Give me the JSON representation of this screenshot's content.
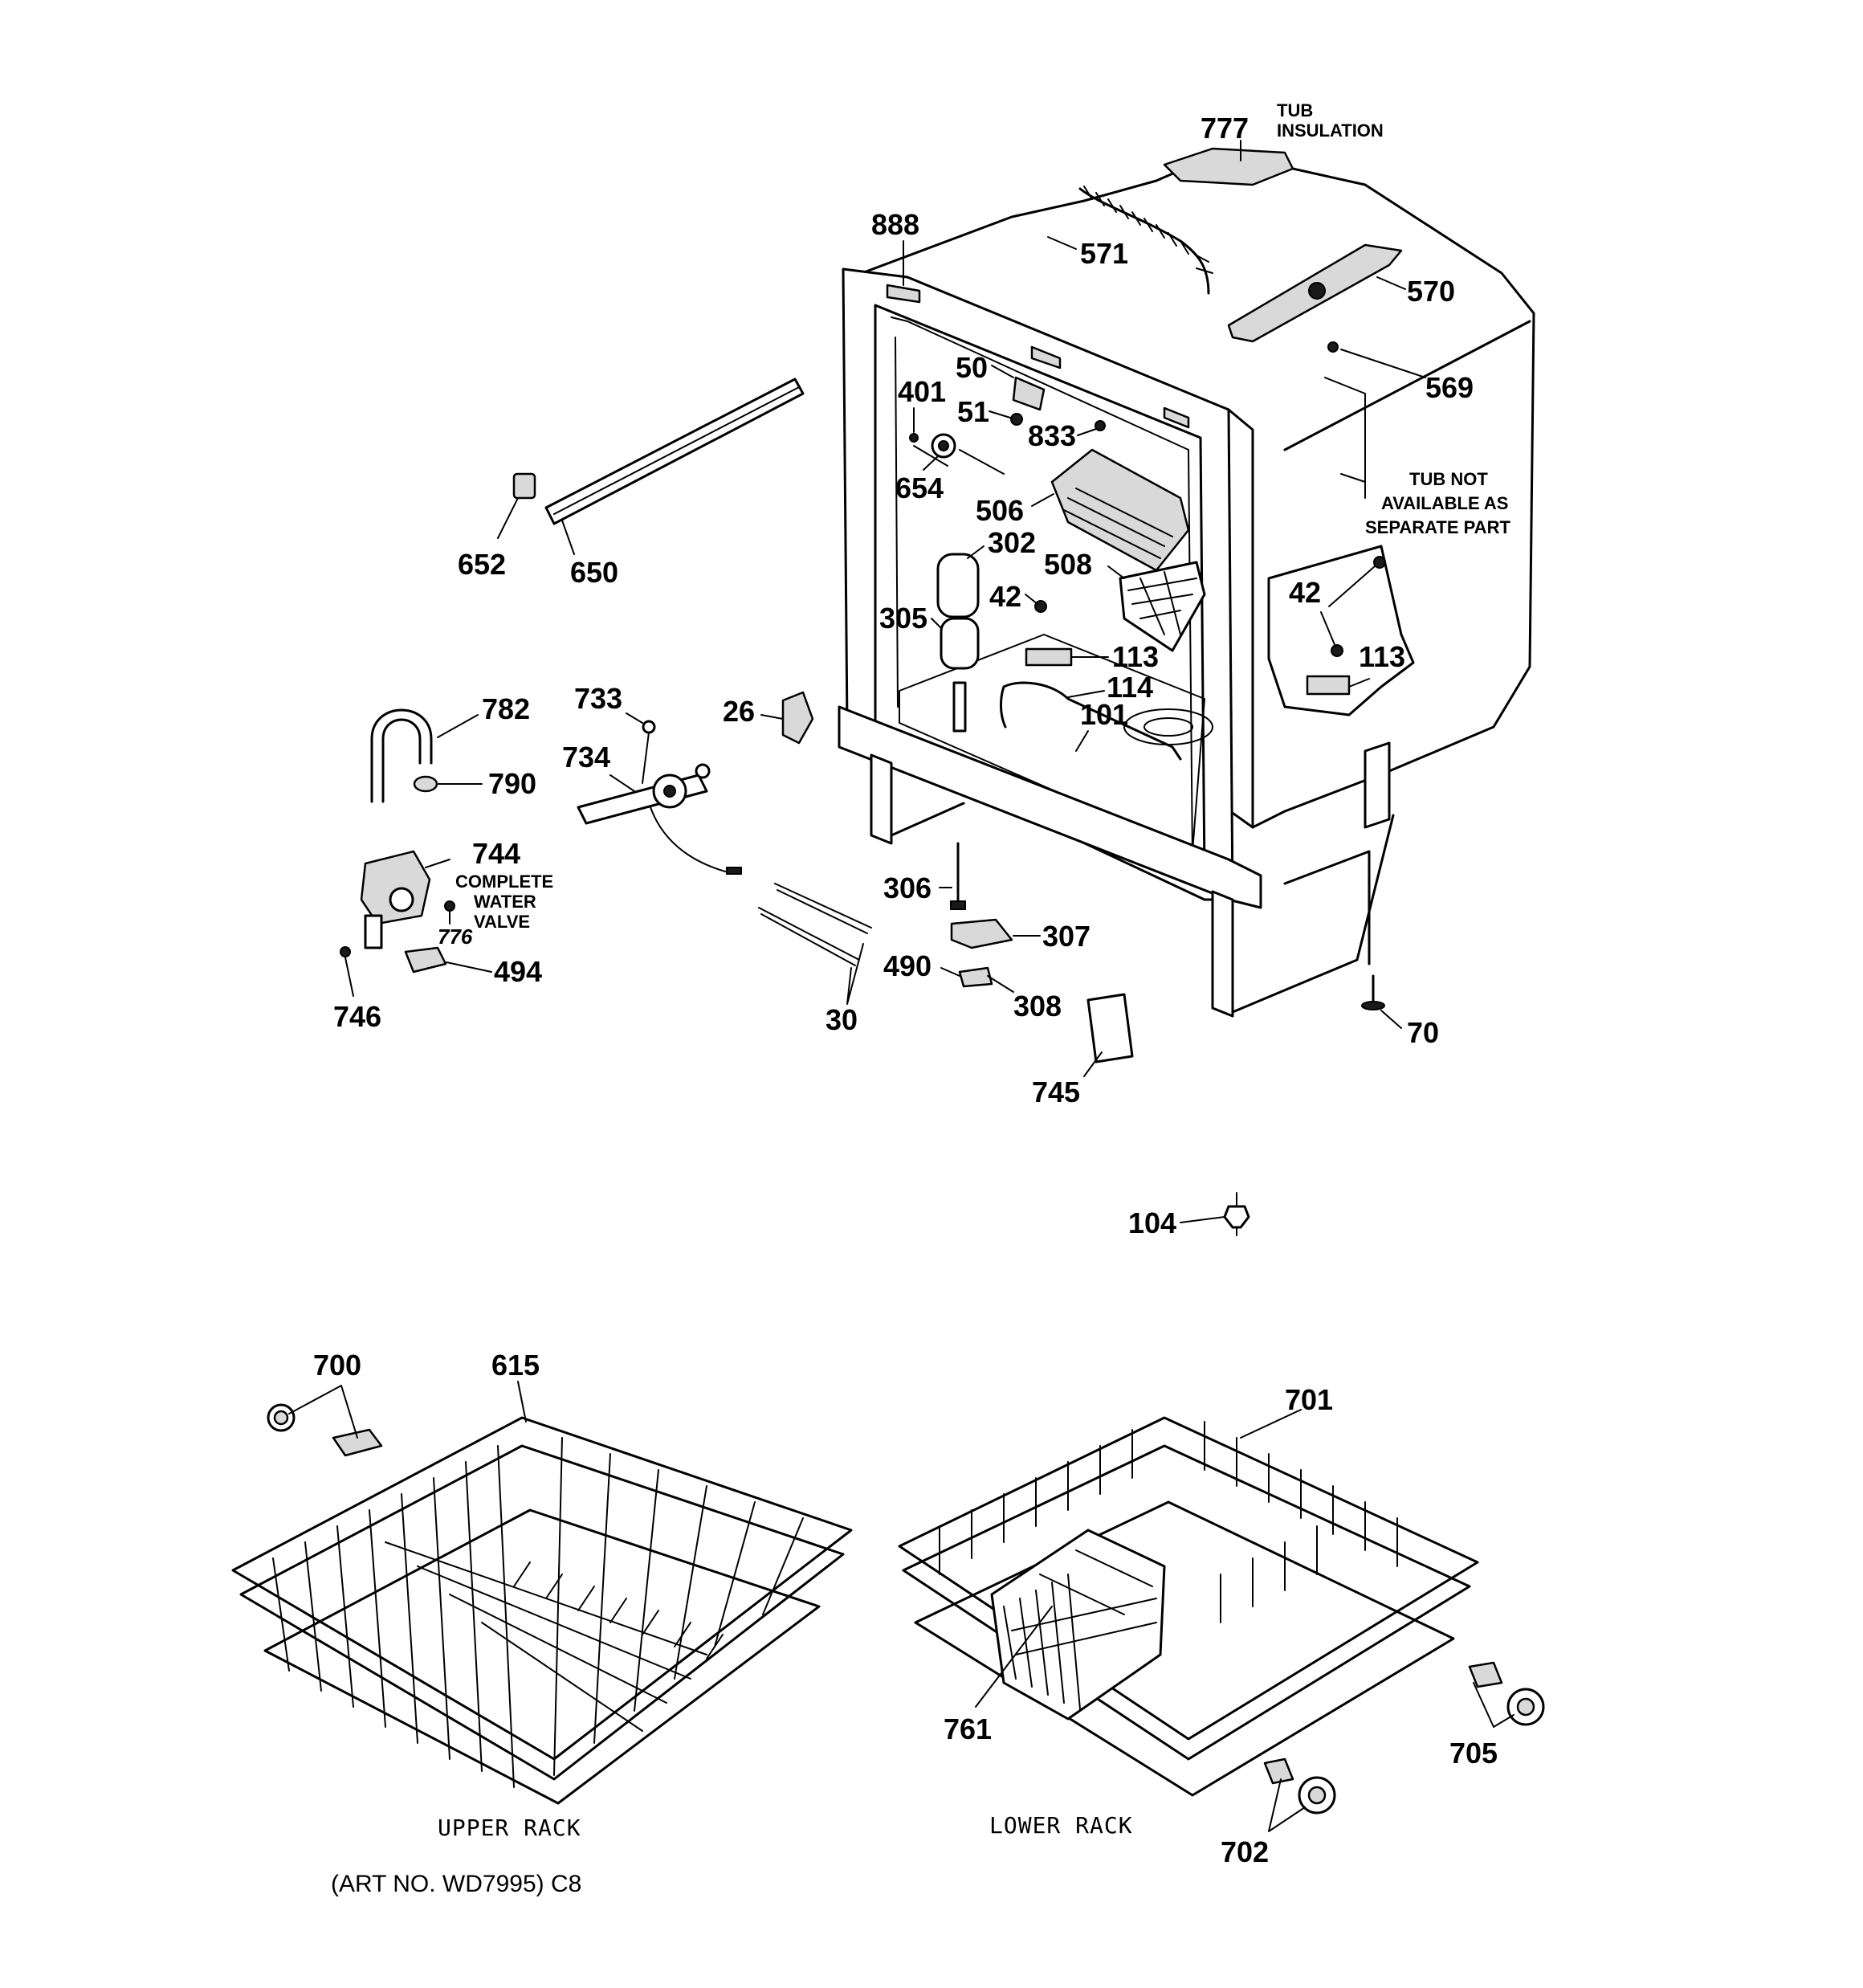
{
  "callouts": {
    "p777": "777",
    "tub_insulation_1": "TUB",
    "tub_insulation_2": "INSULATION",
    "p888": "888",
    "p571": "571",
    "p570": "570",
    "p569": "569",
    "p50": "50",
    "p401": "401",
    "p51": "51",
    "p833": "833",
    "p654": "654",
    "p506": "506",
    "p302": "302",
    "p508": "508",
    "p42a": "42",
    "p42b": "42",
    "p305": "305",
    "p113a": "113",
    "p113b": "113",
    "p114": "114",
    "p101": "101",
    "p26": "26",
    "p733": "733",
    "p734": "734",
    "p782": "782",
    "p790": "790",
    "p744": "744",
    "complete_1": "COMPLETE",
    "complete_2": "WATER",
    "complete_3": "VALVE",
    "p776": "776",
    "p494": "494",
    "p746": "746",
    "p30": "30",
    "p306": "306",
    "p307": "307",
    "p490": "490",
    "p308": "308",
    "p745": "745",
    "p70": "70",
    "p104": "104",
    "p652": "652",
    "p650": "650",
    "tubnote_1": "TUB NOT",
    "tubnote_2": "AVAILABLE AS",
    "tubnote_3": "SEPARATE PART",
    "p700": "700",
    "p615": "615",
    "p701": "701",
    "p761": "761",
    "p705": "705",
    "p702": "702"
  },
  "captions": {
    "upper_rack": "UPPER RACK",
    "lower_rack": "LOWER RACK",
    "art_no": "(ART NO. WD7995) C8"
  }
}
